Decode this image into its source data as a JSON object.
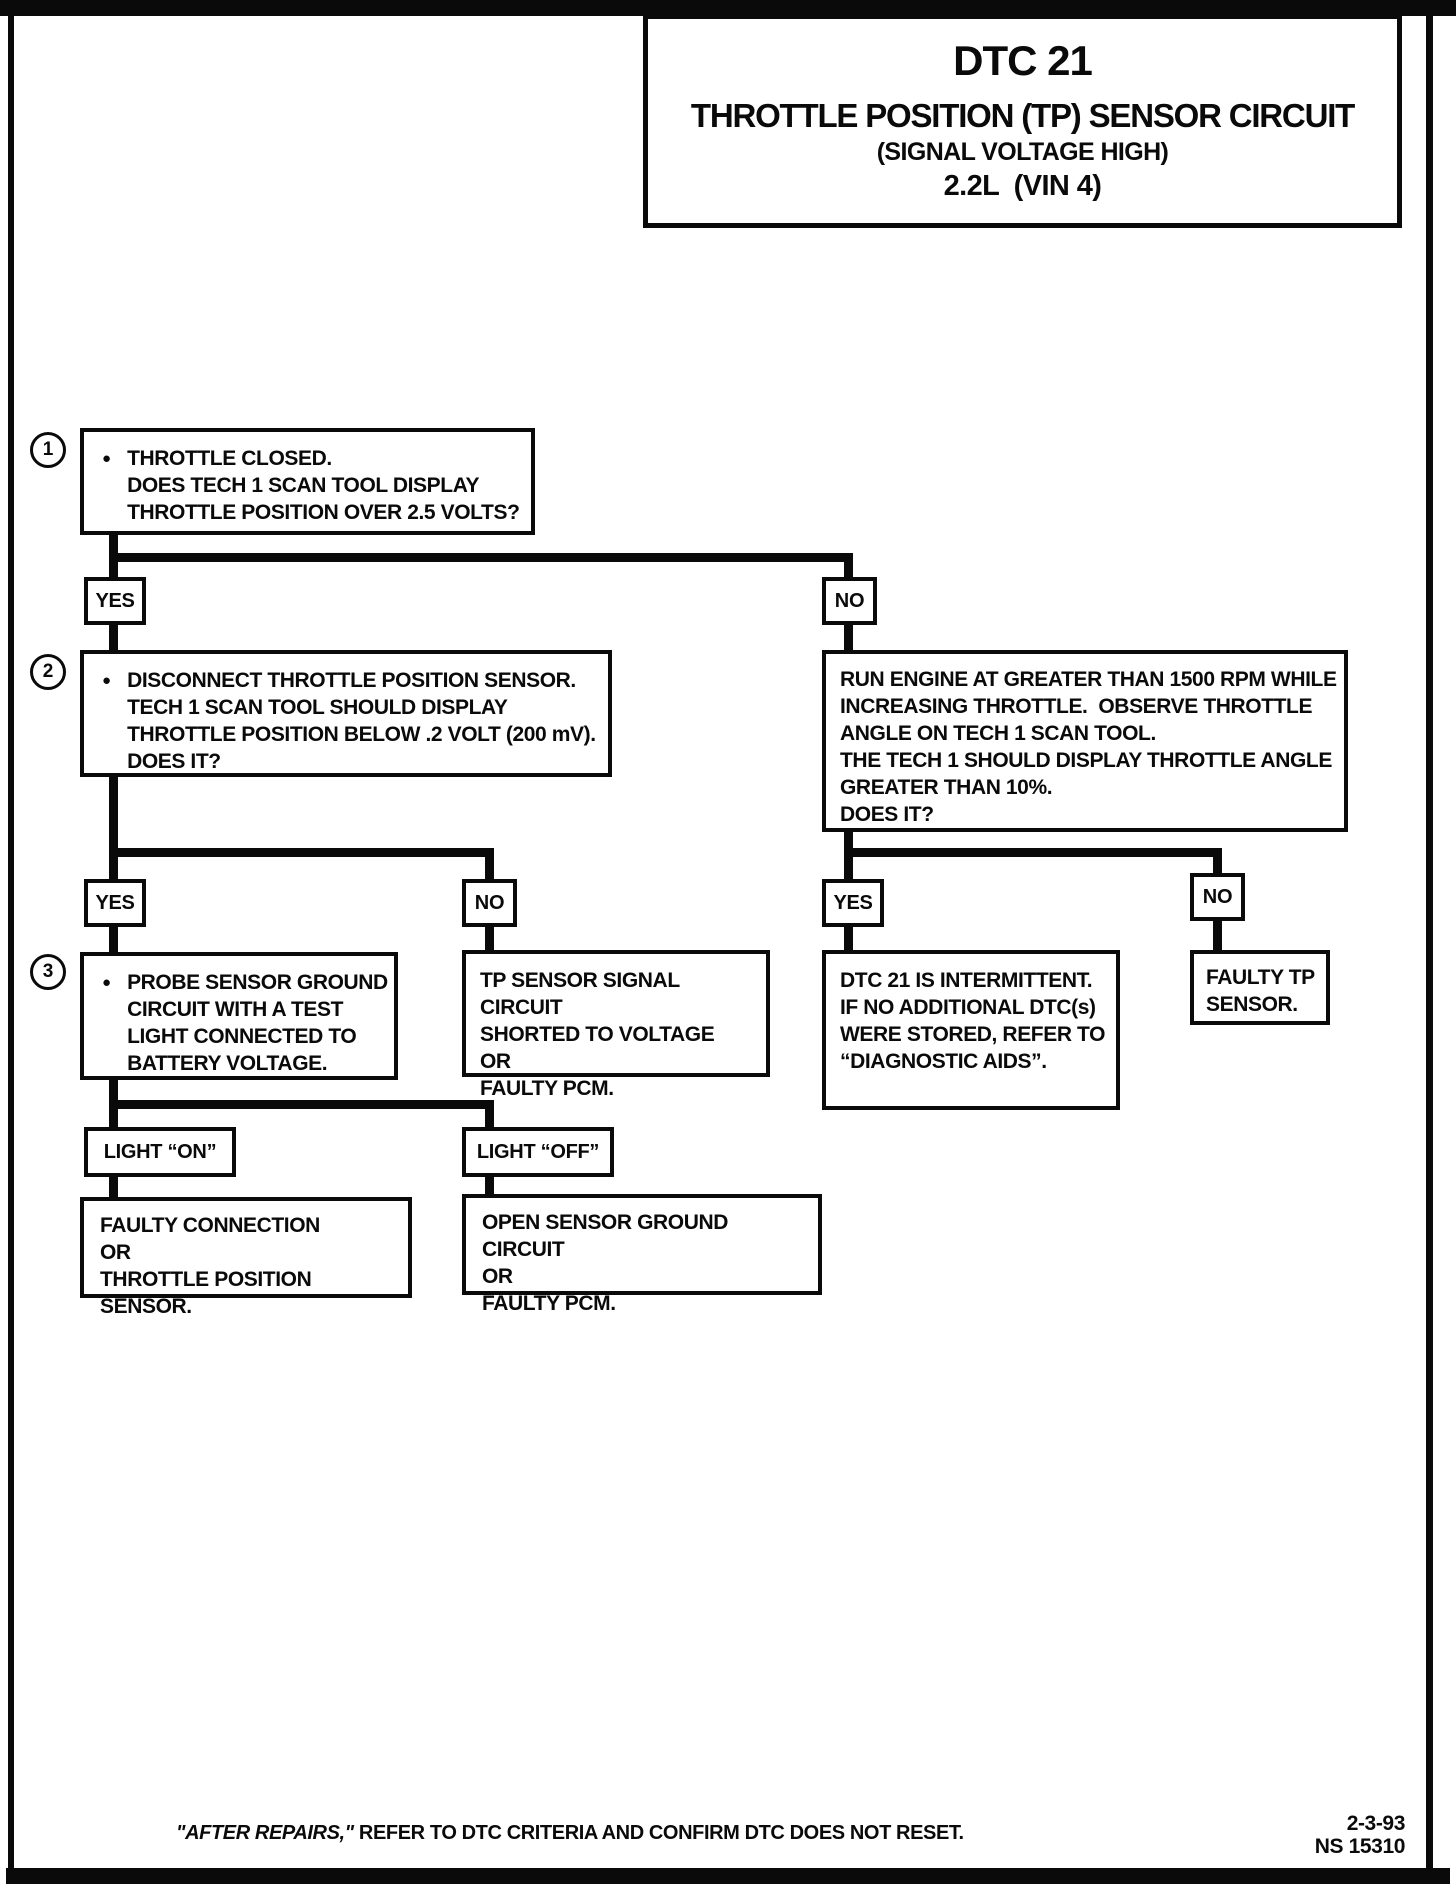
{
  "title": {
    "code": "DTC 21",
    "subtitle": "THROTTLE POSITION (TP) SENSOR CIRCUIT",
    "condition": "(SIGNAL VOLTAGE HIGH)",
    "engine": "2.2L  (VIN 4)"
  },
  "bullet": "●",
  "steps": {
    "s1": {
      "num": "1",
      "text": "THROTTLE CLOSED.\nDOES TECH 1 SCAN TOOL DISPLAY\nTHROTTLE POSITION OVER 2.5 VOLTS?"
    },
    "s2": {
      "num": "2",
      "text": "DISCONNECT THROTTLE POSITION SENSOR.\nTECH 1 SCAN TOOL SHOULD DISPLAY\nTHROTTLE POSITION BELOW .2 VOLT (200 mV).\nDOES IT?"
    },
    "s3": {
      "num": "3",
      "text": "PROBE SENSOR GROUND\nCIRCUIT WITH A TEST\nLIGHT CONNECTED TO\nBATTERY VOLTAGE."
    }
  },
  "boxes": {
    "run_engine": "RUN ENGINE AT GREATER THAN 1500 RPM WHILE\nINCREASING THROTTLE.  OBSERVE THROTTLE\nANGLE ON TECH 1 SCAN TOOL.\nTHE TECH 1 SHOULD DISPLAY THROTTLE ANGLE\nGREATER THAN 10%.\nDOES IT?",
    "tp_shorted": "TP SENSOR SIGNAL CIRCUIT\nSHORTED TO VOLTAGE\nOR\nFAULTY PCM.",
    "dtc_intermittent": "DTC 21 IS INTERMITTENT.\nIF NO ADDITIONAL DTC(s)\nWERE STORED, REFER TO\n“DIAGNOSTIC AIDS”.",
    "faulty_tp": "FAULTY TP\nSENSOR.",
    "faulty_connection": "FAULTY CONNECTION\nOR\nTHROTTLE POSITION SENSOR.",
    "open_ground": "OPEN SENSOR GROUND CIRCUIT\nOR\nFAULTY PCM."
  },
  "branch_labels": {
    "yes1": "YES",
    "no1": "NO",
    "yes2": "YES",
    "no2": "NO",
    "yes3": "YES",
    "no3": "NO",
    "light_on": "LIGHT “ON”",
    "light_off": "LIGHT “OFF”"
  },
  "footer": {
    "italic": "\"AFTER REPAIRS,\"",
    "rest": " REFER TO DTC CRITERIA AND CONFIRM DTC DOES NOT RESET.",
    "date": "2-3-93",
    "doc_number": "NS 15310"
  },
  "colors": {
    "ink": "#0a0a0a",
    "paper": "#ffffff"
  }
}
